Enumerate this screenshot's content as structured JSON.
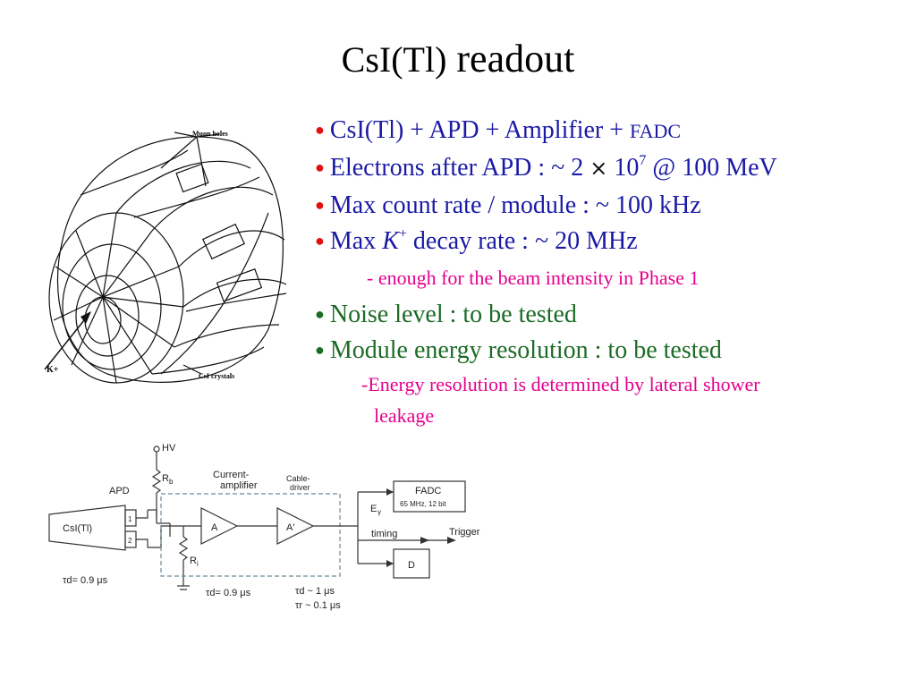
{
  "title": {
    "part1": "CsI(Tl)",
    "part2": " readout"
  },
  "bullets": [
    {
      "text": "CsI(Tl) + APD + Amplifier + ",
      "small": "FADC"
    },
    {
      "text_a": "Electrons after APD : ~ 2 ",
      "times": "×",
      "text_b": " 10",
      "sup": "7",
      "text_c": " @ 100 MeV"
    },
    {
      "text": "Max count rate / module : ~ 100 kHz"
    },
    {
      "text_a": "Max ",
      "italic": "K",
      "sup": "+",
      "text_b": " decay rate  : ~ 20 MHz"
    },
    {
      "text": "- enough for the beam intensity in Phase 1"
    },
    {
      "text": "Noise level : to be tested"
    },
    {
      "text": "Module energy resolution : to be tested"
    },
    {
      "text1": "-Energy resolution is determined by lateral shower",
      "text2": "leakage"
    }
  ],
  "bullet_symbol": "●",
  "detector": {
    "label_top": "Muon holes",
    "label_bottom": "CsI crystals",
    "label_beam": "K+"
  },
  "circuit": {
    "hv": "HV",
    "rb": "R",
    "rb_sub": "b",
    "ri": "R",
    "ri_sub": "i",
    "apd": "APD",
    "crystal": "CsI(Tl)",
    "pin1": "1",
    "pin2": "2",
    "current_amp_1": "Current-",
    "current_amp_2": "amplifier",
    "cable_driver_1": "Cable-",
    "cable_driver_2": "driver",
    "amp_a": "A",
    "amp_a2": "A′",
    "fadc": "FADC",
    "fadc_spec": "65 MHz, 12 bit",
    "e_gamma": "E",
    "e_gamma_sub": "γ",
    "timing": "timing",
    "trigger": "Trigger",
    "d_box": "D",
    "tau1": "τd= 0.9 μs",
    "tau2": "τd= 0.9 μs",
    "tau3": "τd ~ 1 μs",
    "tau4": "τr ~ 0.1 μs"
  }
}
